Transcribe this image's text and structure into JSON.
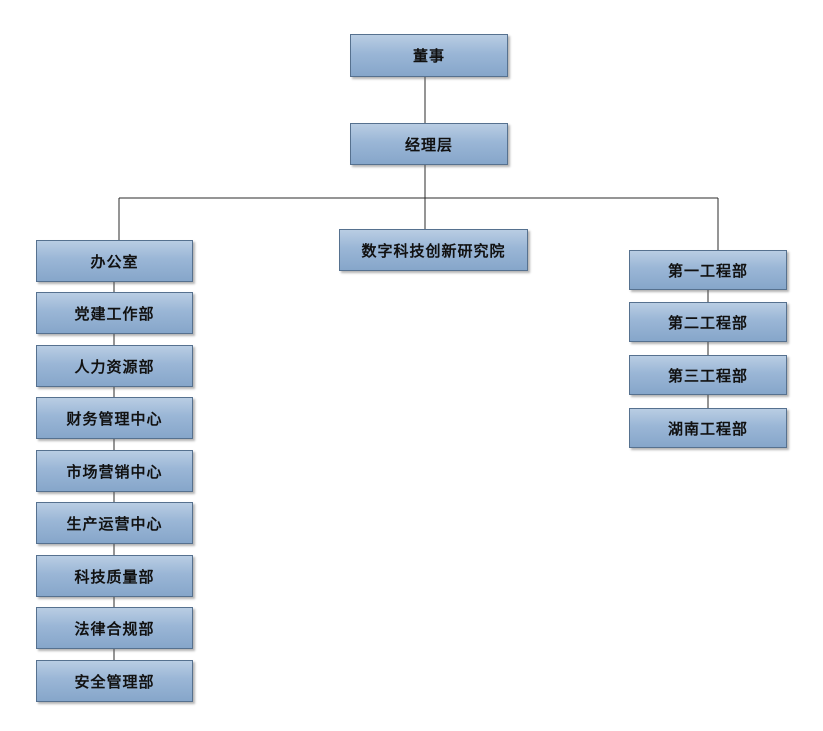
{
  "org_chart": {
    "top": "董事",
    "management": "经理层",
    "research": "数字科技创新研究院",
    "left_departments": [
      "办公室",
      "党建工作部",
      "人力资源部",
      "财务管理中心",
      "市场营销中心",
      "生产运营中心",
      "科技质量部",
      "法律合规部",
      "安全管理部"
    ],
    "right_departments": [
      "第一工程部",
      "第二工程部",
      "第三工程部",
      "湖南工程部"
    ]
  },
  "colors": {
    "box_fill": "#9ab6d6",
    "box_border": "#56718f",
    "line": "#2b2b2b"
  }
}
